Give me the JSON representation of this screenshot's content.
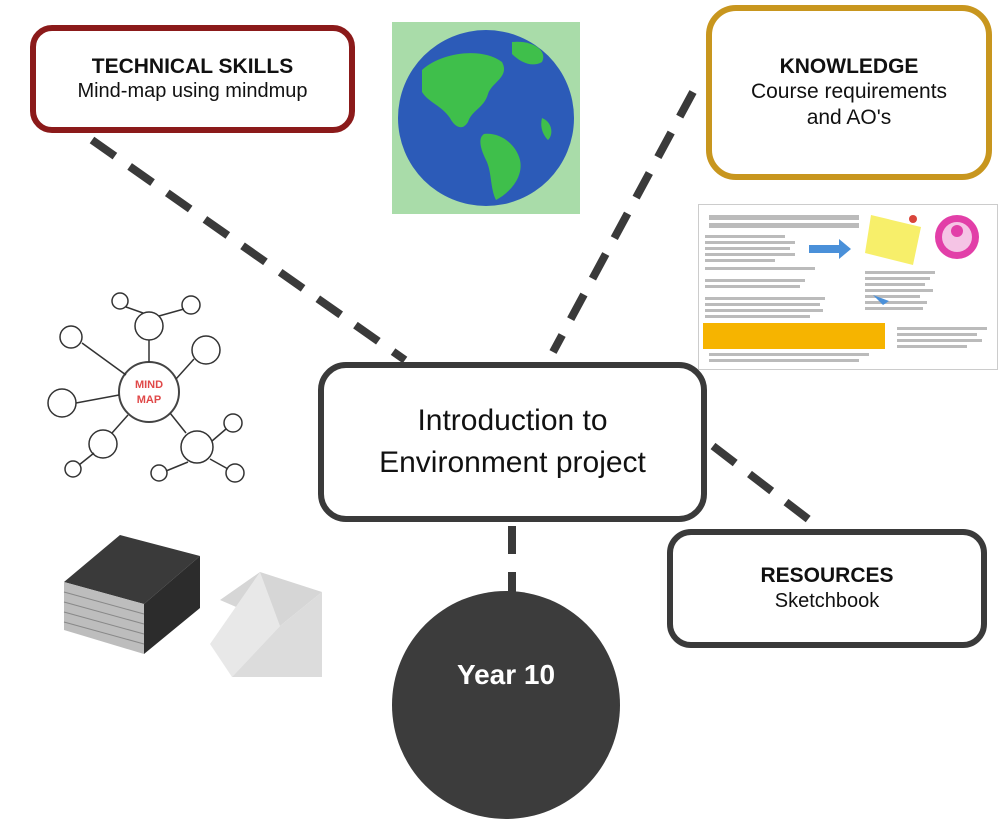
{
  "technical": {
    "title": "TECHNICAL SKILLS",
    "subtitle": "Mind-map using mindmup"
  },
  "knowledge": {
    "title": "KNOWLEDGE",
    "line1": "Course requirements",
    "line2": "and AO's"
  },
  "resources": {
    "title": "RESOURCES",
    "subtitle": "Sketchbook"
  },
  "center": {
    "line1": "Introduction to",
    "line2": "Environment project"
  },
  "year": {
    "label": "Year 10"
  },
  "mindmap": {
    "label_line1": "MIND",
    "label_line2": "MAP"
  },
  "colors": {
    "technical_border": "#8b1a1a",
    "knowledge_border": "#c8961e",
    "dark": "#3a3a3a",
    "globe_bg": "#a9dca9",
    "ocean": "#2c5bb8",
    "land": "#3fbf4b"
  },
  "icons": [
    "globe-icon",
    "mind-map-icon",
    "ao-document-thumbnail",
    "sketchbook-icon"
  ]
}
